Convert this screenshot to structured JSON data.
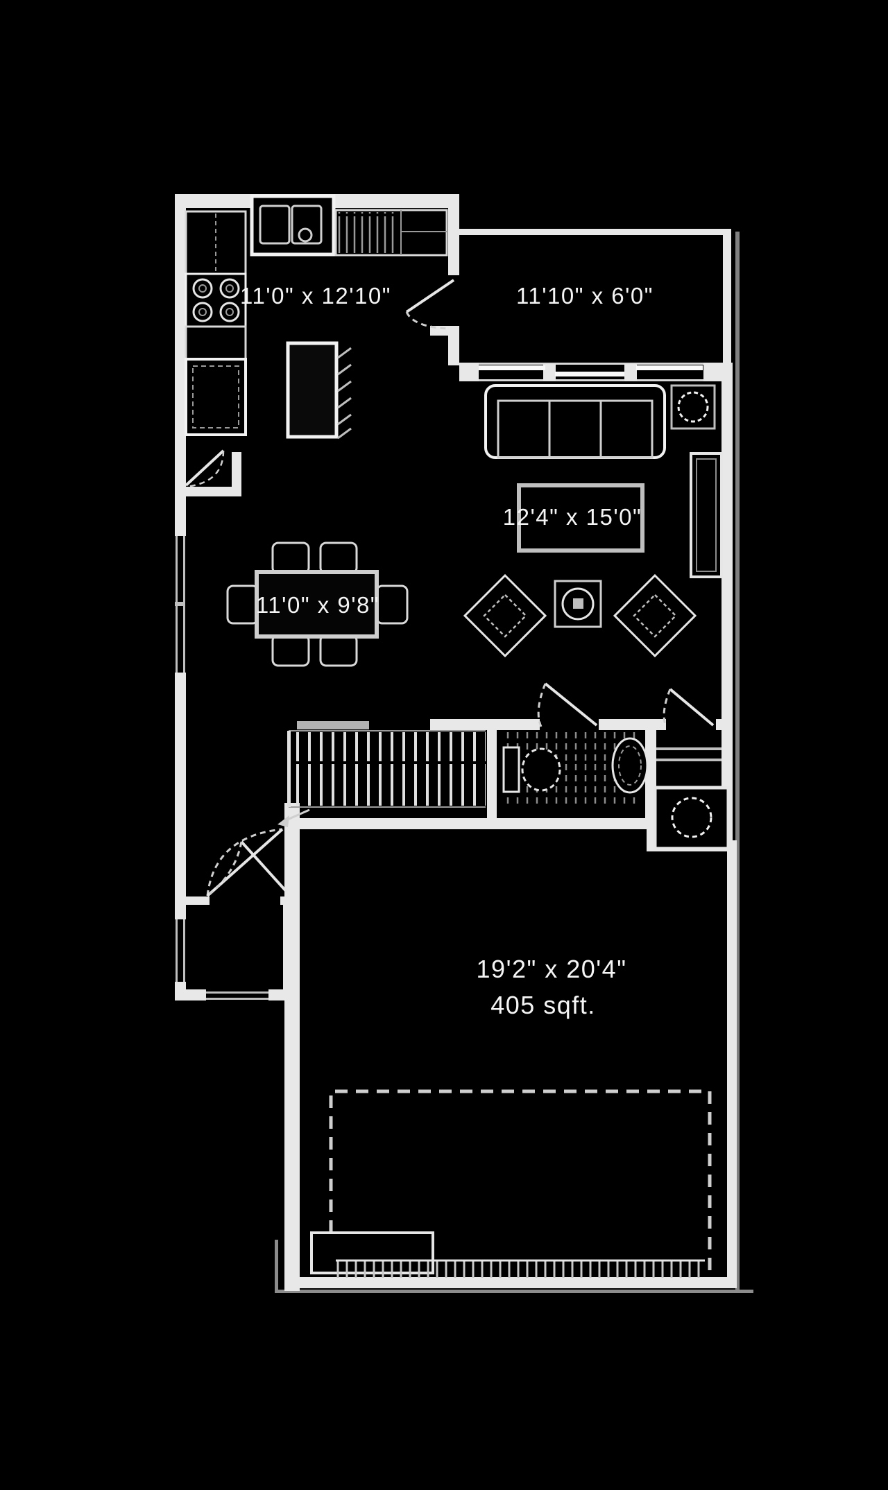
{
  "colors": {
    "background": "#000000",
    "wall": "#e8e8e8",
    "wall_bright": "#f5f5f5",
    "secondary_line": "#bfbfbf",
    "shadow_line": "#808080",
    "label_text": "#f5f5f5"
  },
  "rooms": {
    "kitchen": {
      "label": "11'0\" x 12'10\""
    },
    "deck": {
      "label": "11'10\" x 6'0\""
    },
    "living": {
      "label": "12'4\" x 15'0\""
    },
    "dining": {
      "label": "11'0\" x 9'8\""
    },
    "garage": {
      "label": "19'2\" x 20'4\"",
      "area": "405 sqft."
    }
  }
}
